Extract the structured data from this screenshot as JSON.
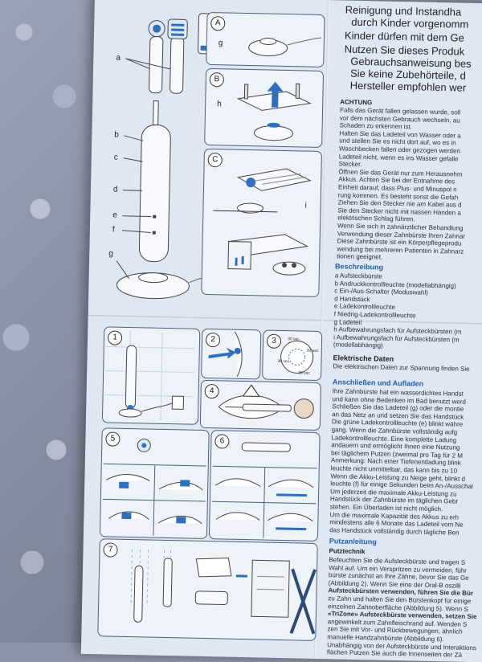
{
  "figure_labels": {
    "parts": [
      "a",
      "b",
      "c",
      "d",
      "e",
      "f",
      "g"
    ],
    "panel_top": [
      "A",
      "B",
      "C"
    ],
    "panel_top_parts": [
      "g",
      "h",
      "i"
    ],
    "panel_steps": [
      "1",
      "2",
      "3",
      "4",
      "5",
      "6",
      "7"
    ]
  },
  "intro_bullets": [
    "Reinigung und Instandha",
    "durch Kinder vorgenomm",
    "Kinder dürfen mit dem Ge",
    "Nutzen Sie dieses Produk",
    "Gebrauchsanweisung bes",
    "Sie keine Zubehörteile, d",
    "Hersteller empfohlen wer"
  ],
  "achtung": {
    "title": "ACHTUNG",
    "lines": [
      "Falls das Gerät fallen gelassen wurde, soll",
      "vor dem nächsten Gebrauch wechseln, au",
      "Schaden zu erkennen ist.",
      "Halten Sie das Ladeteil von Wasser oder a",
      "und stellen Sie es nicht dort auf, wo es in",
      "Waschbecken fallen oder gezogen werden",
      "Ladeteil nicht, wenn es ins Wasser gefalle",
      "Stecker.",
      "Öffnen Sie das Gerät nur zum Herausnehm",
      "Akkus. Achten Sie bei der Entnahme des",
      "Einheit darauf, dass Plus- und Minuspol n",
      "rung kommen. Es besteht sonst die Gefah",
      "Ziehen Sie den Stecker nie am Kabel aus d",
      "Sie den Stecker nicht mit nassen Händen a",
      "elektrischen Schlag führen.",
      "Wenn Sie sich in zahnärztlicher Behandlung",
      "Verwendung dieser Zahnbürste Ihren Zahnar",
      "Diese Zahnbürste ist ein Körperpflegeprodu",
      "wendung bei mehreren Patienten in Zahnarz",
      "tionen geeignet."
    ]
  },
  "beschreibung": {
    "title": "Beschreibung",
    "items": [
      "a  Aufsteckbürste",
      "b  Andruckkontrollleuchte (modellabhängig)",
      "c  Ein-/Aus-Schalter (Moduswahl)",
      "d  Handstück",
      "e  Ladekontrollleuchte",
      "f  Niedrig-Ladekontrollleuchte",
      "g  Ladeteil",
      "h  Aufbewahrungsfach für Aufsteckbürsten (m",
      "i  Aufbewahrungsfach für Aufsteckbürsten (m",
      "    (modellabhängig)"
    ]
  },
  "elektrische": {
    "title": "Elektrische Daten",
    "line": "Die elektrischen Daten zur Spannung finden Sie"
  },
  "anschliessen": {
    "title": "Anschließen und Aufladen",
    "lines": [
      "Ihre Zahnbürste hat ein wasserdichtes Handst",
      "und kann ohne Bedenken im Bad benutzt werd",
      "Schließen Sie das Ladeteil (g) oder die montie",
      "an das Netz an und setzen Sie das Handstück",
      "Die grüne Ladekontrollleuchte (e) blinkt währe",
      "gang. Wenn die Zahnbürste vollständig aufg",
      "Ladekontrollleuchte. Eine komplette Ladung",
      "andauern und ermöglicht Ihnen eine Nutzung",
      "bei täglichem Putzen (zweimal pro Tag für 2 M",
      "Anmerkung: Nach einer Tiefenentladung blink",
      "leuchte nicht unmittelbar, das kann bis zu 10",
      "Wenn die Akku-Leistung zu Neige geht, blinkt d",
      "leuchte (f) für einige Sekunden beim An-/Ausschal",
      "Um jederzeit die maximale Akku-Leistung zu",
      "Handstück der Zahnbürste im täglichen Gebr",
      "stehen. Ein Überladen ist nicht möglich.",
      "Um die maximale Kapazität des Akkus zu erh",
      "mindestens alle 6 Monate das Ladeteil vom Ne",
      "das Handstück vollständig durch tägliche Ben"
    ]
  },
  "putzanleitung": {
    "title": "Putzanleitung",
    "subtitle": "Putztechnik",
    "lines": [
      "Befeuchten Sie die Aufsteckbürste und tragen S",
      "Wahl auf. Um ein Verspritzen zu vermeiden, führ",
      "bürste zunächst an Ihre Zähne, bevor Sie das Ge",
      "(Abbildung 2). Wenn Sie eine der Oral-B oszilli",
      "Aufsteckbürsten verwenden, führen Sie die Bür",
      "zu Zahn und halten Sie den Bürstenkopf für einige",
      "einzelnen Zahnoberfläche (Abbildung 5). Wenn S",
      "«TriZone» Aufsteckbürste verwenden, setzen Sie",
      "angewinkelt zum Zahnfleischrand auf. Wenden S",
      "zen Sie mit Vor- und Rückbewegungen, ähnlich",
      "manuelle Handzahnbürste (Abbildung 6).",
      "Unabhängig von der Aufsteckbürste und Interaktions",
      "flächen Putzen Sie auch die Innenseiten der Zä"
    ]
  },
  "step3_mode_labels": [
    "30 sec",
    "30 sec",
    "30 sec",
    "30 sec"
  ]
}
